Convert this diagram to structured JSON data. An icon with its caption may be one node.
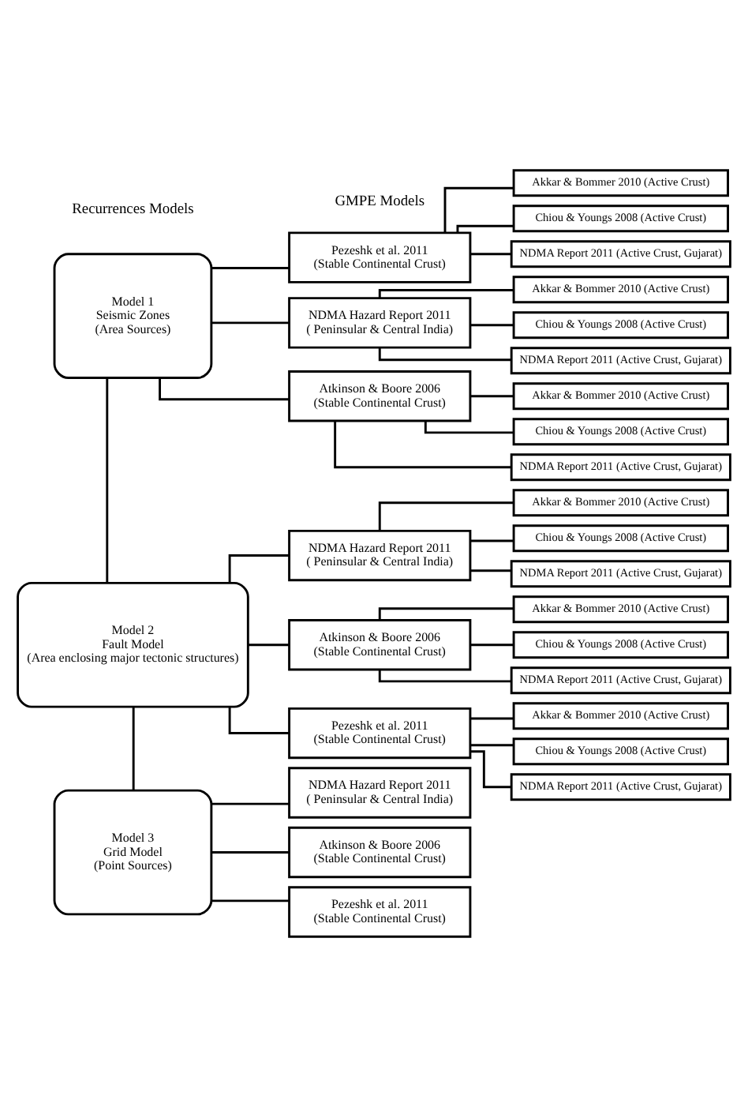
{
  "diagram": {
    "nodes": [
      {
        "text": [
          "Model 1",
          "Seismic Zones",
          "(Area Sources)"
        ]
      },
      {
        "text": [
          "Atkinson & Boore 2006",
          "(Stable Continental Crust)"
        ]
      },
      {
        "text": [
          "Akkar & Bommer 2010 (Active Crust)"
        ]
      },
      {
        "text": [
          "Chiou & Youngs 2008 (Active Crust)"
        ]
      },
      {
        "text": [
          "NDMA Report 2011 (Active Crust, Gujarat)"
        ]
      },
      {
        "text": [
          "Pezeshk et al. 2011",
          "(Stable Continental Crust)"
        ]
      },
      {
        "text": [
          "Akkar & Bommer 2010 (Active Crust)"
        ]
      },
      {
        "text": [
          "Chiou & Youngs 2008 (Active Crust)"
        ]
      },
      {
        "text": [
          "NDMA Report 2011 (Active Crust, Gujarat)"
        ]
      },
      {
        "text": [
          "NDMA Hazard Report 2011",
          "( Peninsular & Central India)"
        ]
      },
      {
        "text": [
          "Akkar & Bommer 2010 (Active Crust)"
        ]
      },
      {
        "text": [
          "Chiou & Youngs 2008 (Active Crust)"
        ]
      },
      {
        "text": [
          "NDMA Report 2011 (Active Crust, Gujarat)"
        ]
      },
      {
        "text": [
          "Model 2",
          "Fault Model",
          "(Area enclosing major tectonic structures)"
        ]
      },
      {
        "text": [
          "Atkinson & Boore 2006",
          "(Stable Continental Crust)"
        ]
      },
      {
        "text": [
          "Akkar & Bommer 2010 (Active Crust)"
        ]
      },
      {
        "text": [
          "Chiou & Youngs 2008 (Active Crust)"
        ]
      },
      {
        "text": [
          "NDMA Report 2011 (Active Crust, Gujarat)"
        ]
      },
      {
        "text": [
          "Pezeshk et al. 2011",
          "(Stable Continental Crust)"
        ]
      },
      {
        "text": [
          "Akkar & Bommer 2010 (Active Crust)"
        ]
      },
      {
        "text": [
          "Chiou & Youngs 2008 (Active Crust)"
        ]
      },
      {
        "text": [
          "NDMA Report 2011 (Active Crust, Gujarat)"
        ]
      },
      {
        "text": [
          "NDMA Hazard Report 2011",
          "( Peninsular & Central India)"
        ]
      },
      {
        "text": [
          "Akkar & Bommer 2010 (Active Crust)"
        ]
      },
      {
        "text": [
          "Chiou & Youngs 2008 (Active Crust)"
        ]
      },
      {
        "text": [
          "NDMA Report 2011 (Active Crust, Gujarat)"
        ]
      },
      {
        "text": [
          "Model 3",
          "Grid Model",
          "(Point Sources)"
        ]
      },
      {
        "text": [
          "Atkinson & Boore 2006",
          "(Stable Continental Crust)"
        ]
      },
      {
        "text": [
          "Pezeshk et al. 2011",
          "(Stable Continental Crust)"
        ]
      },
      {
        "text": [
          "NDMA Hazard Report 2011",
          "( Peninsular & Central India)"
        ]
      }
    ],
    "edges": [
      {
        "from": 0,
        "to": 13,
        "arrow": "none"
      },
      {
        "from": 13,
        "to": 26,
        "arrow": "none"
      },
      {
        "from": 0,
        "to": 1,
        "arrow": "none"
      },
      {
        "from": 0,
        "to": 5,
        "arrow": "none"
      },
      {
        "from": 0,
        "to": 9,
        "arrow": "none"
      },
      {
        "from": 1,
        "to": 2,
        "arrow": "none"
      },
      {
        "from": 1,
        "to": 3,
        "arrow": "none"
      },
      {
        "from": 1,
        "to": 4,
        "arrow": "none"
      },
      {
        "from": 5,
        "to": 6,
        "arrow": "none"
      },
      {
        "from": 5,
        "to": 7,
        "arrow": "none"
      },
      {
        "from": 5,
        "to": 8,
        "arrow": "none"
      },
      {
        "from": 9,
        "to": 10,
        "arrow": "none"
      },
      {
        "from": 9,
        "to": 11,
        "arrow": "none"
      },
      {
        "from": 9,
        "to": 12,
        "arrow": "none"
      },
      {
        "from": 13,
        "to": 14,
        "arrow": "none"
      },
      {
        "from": 13,
        "to": 18,
        "arrow": "none"
      },
      {
        "from": 13,
        "to": 22,
        "arrow": "none"
      },
      {
        "from": 14,
        "to": 15,
        "arrow": "none"
      },
      {
        "from": 14,
        "to": 16,
        "arrow": "none"
      },
      {
        "from": 14,
        "to": 17,
        "arrow": "none"
      },
      {
        "from": 18,
        "to": 19,
        "arrow": "none"
      },
      {
        "from": 18,
        "to": 20,
        "arrow": "none"
      },
      {
        "from": 18,
        "to": 21,
        "arrow": "none"
      },
      {
        "from": 22,
        "to": 23,
        "arrow": "none"
      },
      {
        "from": 22,
        "to": 24,
        "arrow": "none"
      },
      {
        "from": 22,
        "to": 25,
        "arrow": "none"
      },
      {
        "from": 26,
        "to": 27,
        "arrow": "none"
      },
      {
        "from": 26,
        "to": 28,
        "arrow": "none"
      },
      {
        "from": 26,
        "to": 29,
        "arrow": "none"
      }
    ],
    "labels": [
      "Recurrences Models",
      "GMPE Models"
    ]
  }
}
